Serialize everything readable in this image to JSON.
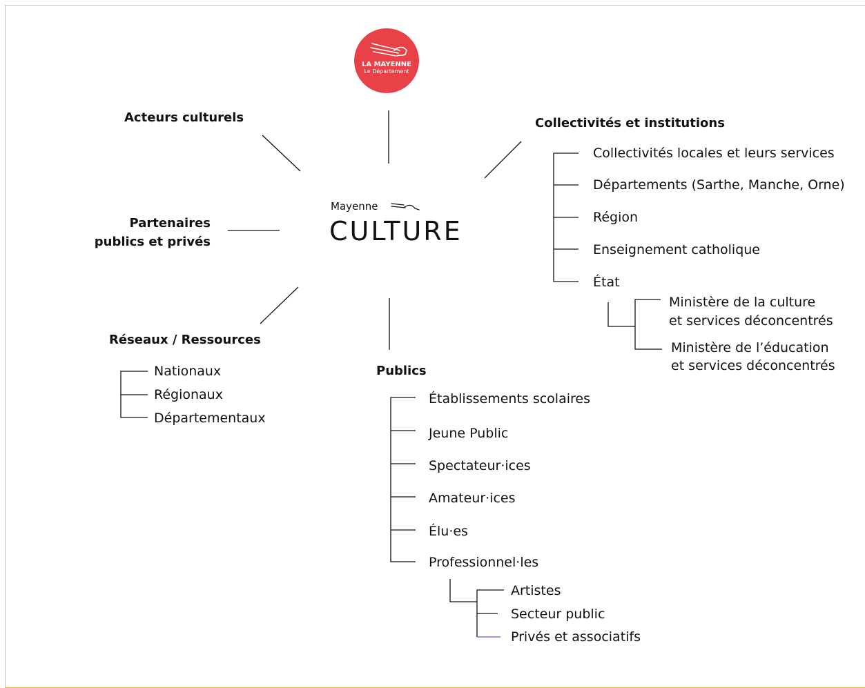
{
  "logo": {
    "top_line": "LA MAYENNE",
    "bottom_line": "Le Département",
    "color": "#e84248"
  },
  "center": {
    "top": "Mayenne",
    "word": "CULTURE"
  },
  "nodes": {
    "acteurs": "Acteurs culturels",
    "partenaires_1": "Partenaires",
    "partenaires_2": "publics et privés",
    "reseaux": "Réseaux / Ressources",
    "publics": "Publics",
    "collectivites": "Collectivités et institutions"
  },
  "reseaux_items": [
    "Nationaux",
    "Régionaux",
    "Départementaux"
  ],
  "collectivites_items": [
    "Collectivités locales et leurs services",
    "Départements (Sarthe, Manche, Orne)",
    "Région",
    "Enseignement catholique",
    "État"
  ],
  "etat_items": [
    {
      "line1": "Ministère de la culture",
      "line2": "et services déconcentrés"
    },
    {
      "line1": "Ministère de l’éducation",
      "line2": "et services déconcentrés"
    }
  ],
  "publics_items": [
    "Établissements scolaires",
    "Jeune Public",
    "Spectateur·ices",
    "Amateur·ices",
    "Élu·es",
    "Professionnel·les"
  ],
  "professionnels_items": [
    "Artistes",
    "Secteur public",
    "Privés et associatifs"
  ],
  "colors": {
    "frame": "#f2bd3c",
    "text": "#111111"
  }
}
